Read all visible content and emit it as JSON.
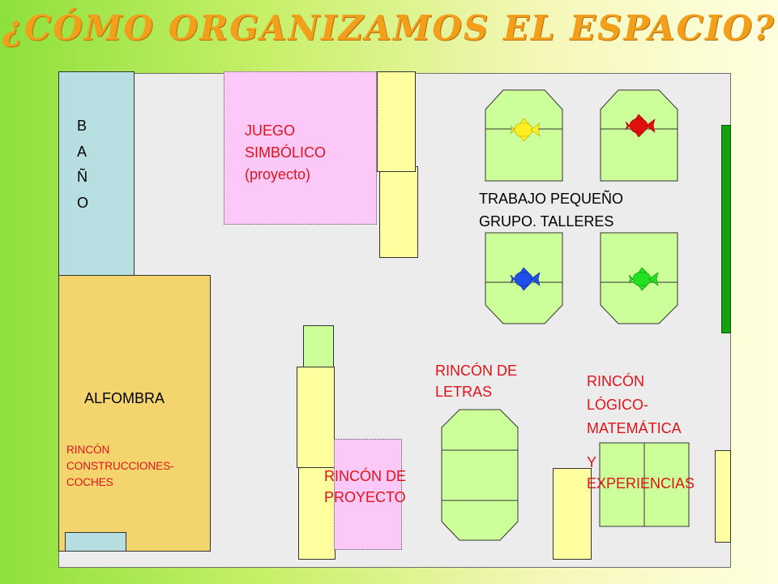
{
  "title": "¿CÓMO ORGANIZAMOS EL ESPACIO?",
  "bano": {
    "letters": [
      "B",
      "A",
      "Ñ",
      "O"
    ]
  },
  "alfombra": {
    "label": "ALFOMBRA"
  },
  "construcciones": {
    "lines": [
      "RINCÓN",
      "CONSTRUCCIONES-",
      "COCHES"
    ]
  },
  "juego_simbolico": {
    "lines": [
      "JUEGO",
      "SIMBÓLICO",
      "(proyecto)"
    ]
  },
  "trabajo_pequeno": {
    "lines": [
      "TRABAJO PEQUEÑO",
      "GRUPO. TALLERES"
    ]
  },
  "rincon_letras": {
    "lines": [
      "RINCÓN DE",
      "LETRAS"
    ]
  },
  "rincon_logico": {
    "lines": [
      "RINCÓN",
      "LÓGICO-",
      "MATEMÁTICA"
    ]
  },
  "rincon_experiencias": {
    "lines": [
      "Y",
      "EXPERIENCIAS"
    ]
  },
  "rincon_proyecto": {
    "lines": [
      "RINCÓN DE",
      "PROYECTO"
    ]
  },
  "colors": {
    "title": "#f2a01c",
    "table_fill": "#ccff99",
    "fish_yellow": "#ffee22",
    "fish_red": "#e01010",
    "fish_blue": "#1f4fe8",
    "fish_green": "#22e022"
  }
}
